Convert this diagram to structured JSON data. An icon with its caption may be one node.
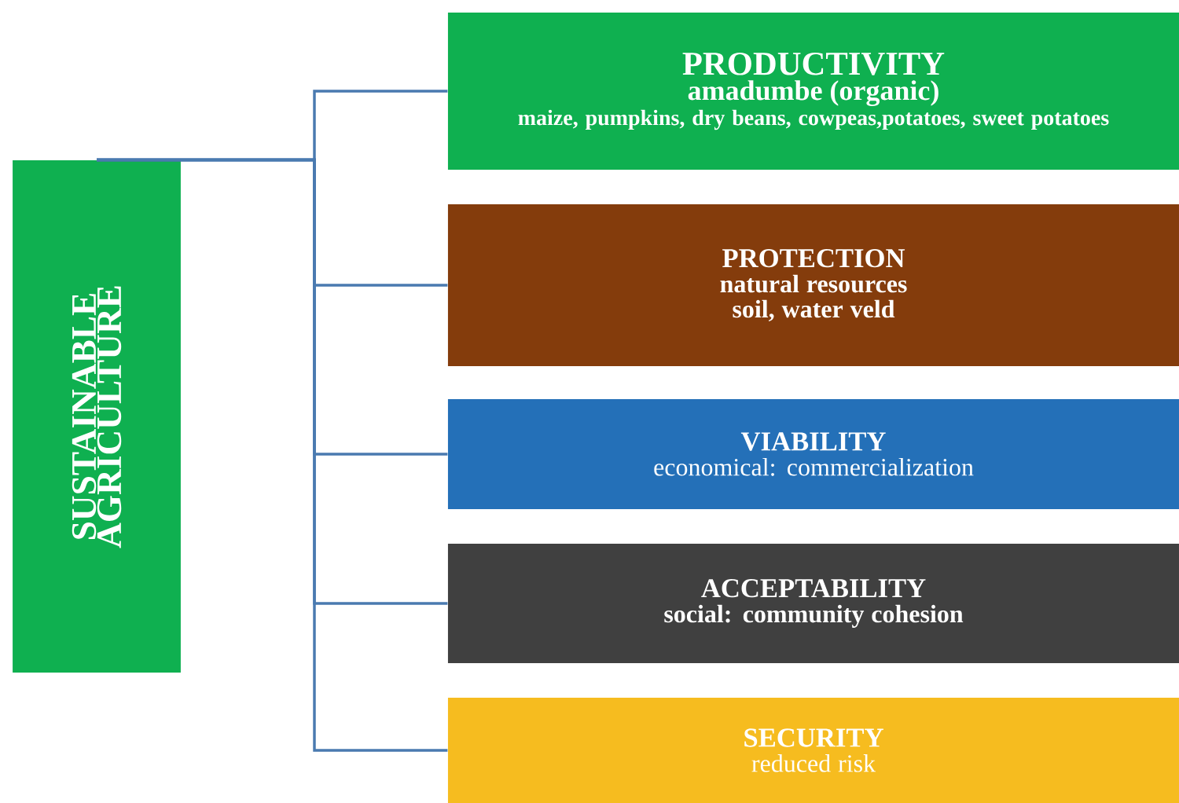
{
  "diagram": {
    "nodes": [
      {
        "text": [
          "SUSTAINABLE AGRICULTURE"
        ]
      },
      {
        "text": [
          "PRODUCTIVITY",
          "amadumbe (organic)",
          "maize, pumpkins, dry beans, cowpeas,potatoes, sweet potatoes"
        ]
      },
      {
        "text": [
          "PROTECTION",
          "natural resources",
          "soil, water veld"
        ]
      },
      {
        "text": [
          "VIABILITY",
          "economical: commercialization"
        ]
      },
      {
        "text": [
          "ACCEPTABILITY",
          "social: community cohesion"
        ]
      },
      {
        "text": [
          "SECURITY",
          "reduced risk"
        ]
      }
    ],
    "edges": [
      {
        "from": 0,
        "to": 1,
        "arrow": "none"
      },
      {
        "from": 0,
        "to": 2,
        "arrow": "none"
      },
      {
        "from": 0,
        "to": 3,
        "arrow": "none"
      },
      {
        "from": 0,
        "to": 4,
        "arrow": "none"
      },
      {
        "from": 0,
        "to": 5,
        "arrow": "none"
      }
    ]
  }
}
